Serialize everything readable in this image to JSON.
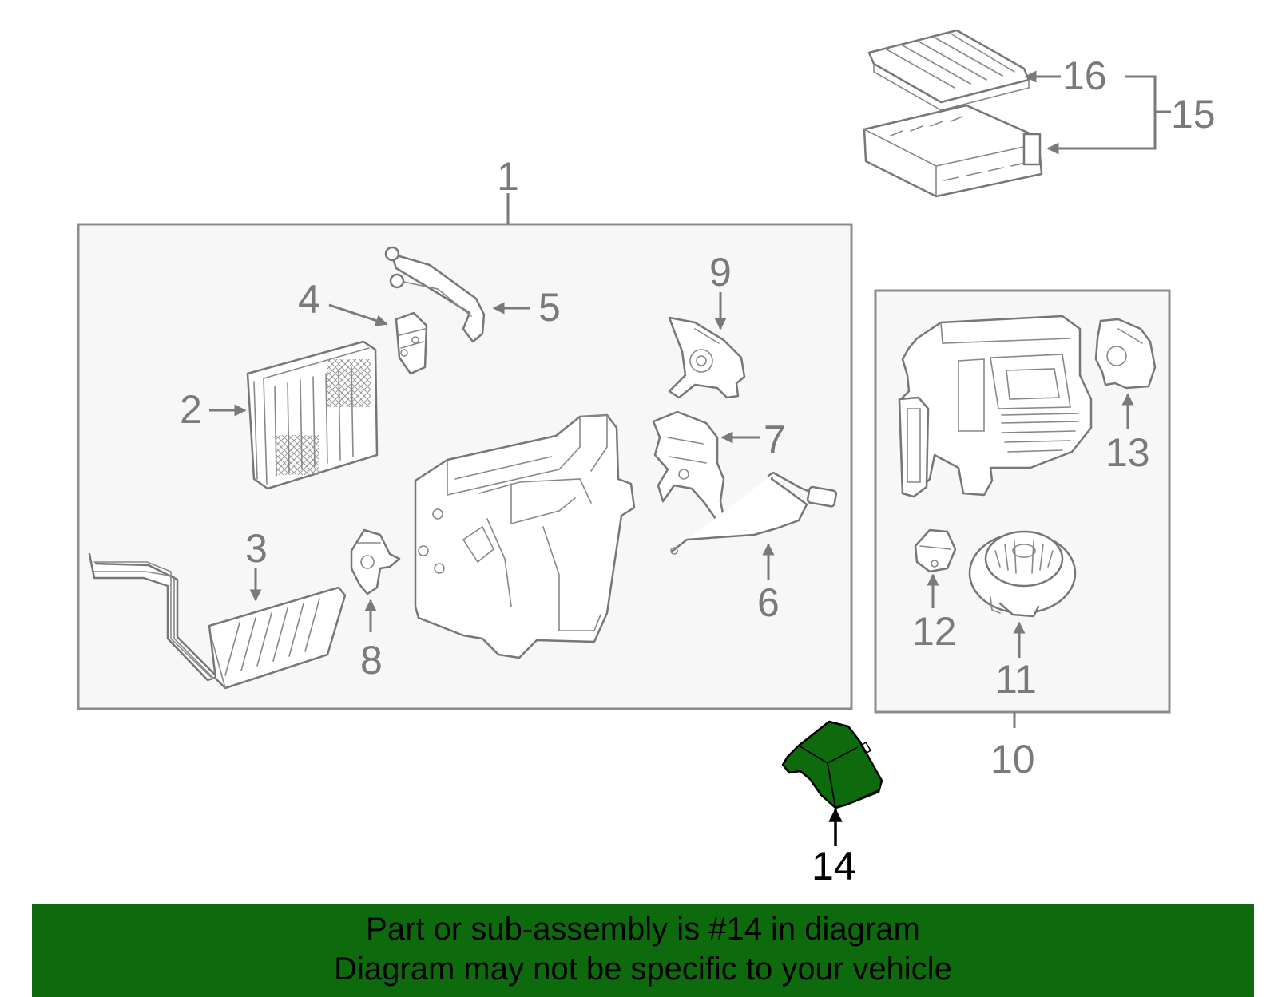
{
  "diagram": {
    "highlighted_part": "14",
    "highlight_color": "#0d6b0d",
    "callouts": [
      "1",
      "2",
      "3",
      "4",
      "5",
      "6",
      "7",
      "8",
      "9",
      "10",
      "11",
      "12",
      "13",
      "14",
      "15",
      "16"
    ]
  },
  "banner": {
    "line1": "Part or sub-assembly is #14 in diagram",
    "line2": "Diagram may not be specific to your vehicle",
    "color": "#0d6b0d"
  }
}
